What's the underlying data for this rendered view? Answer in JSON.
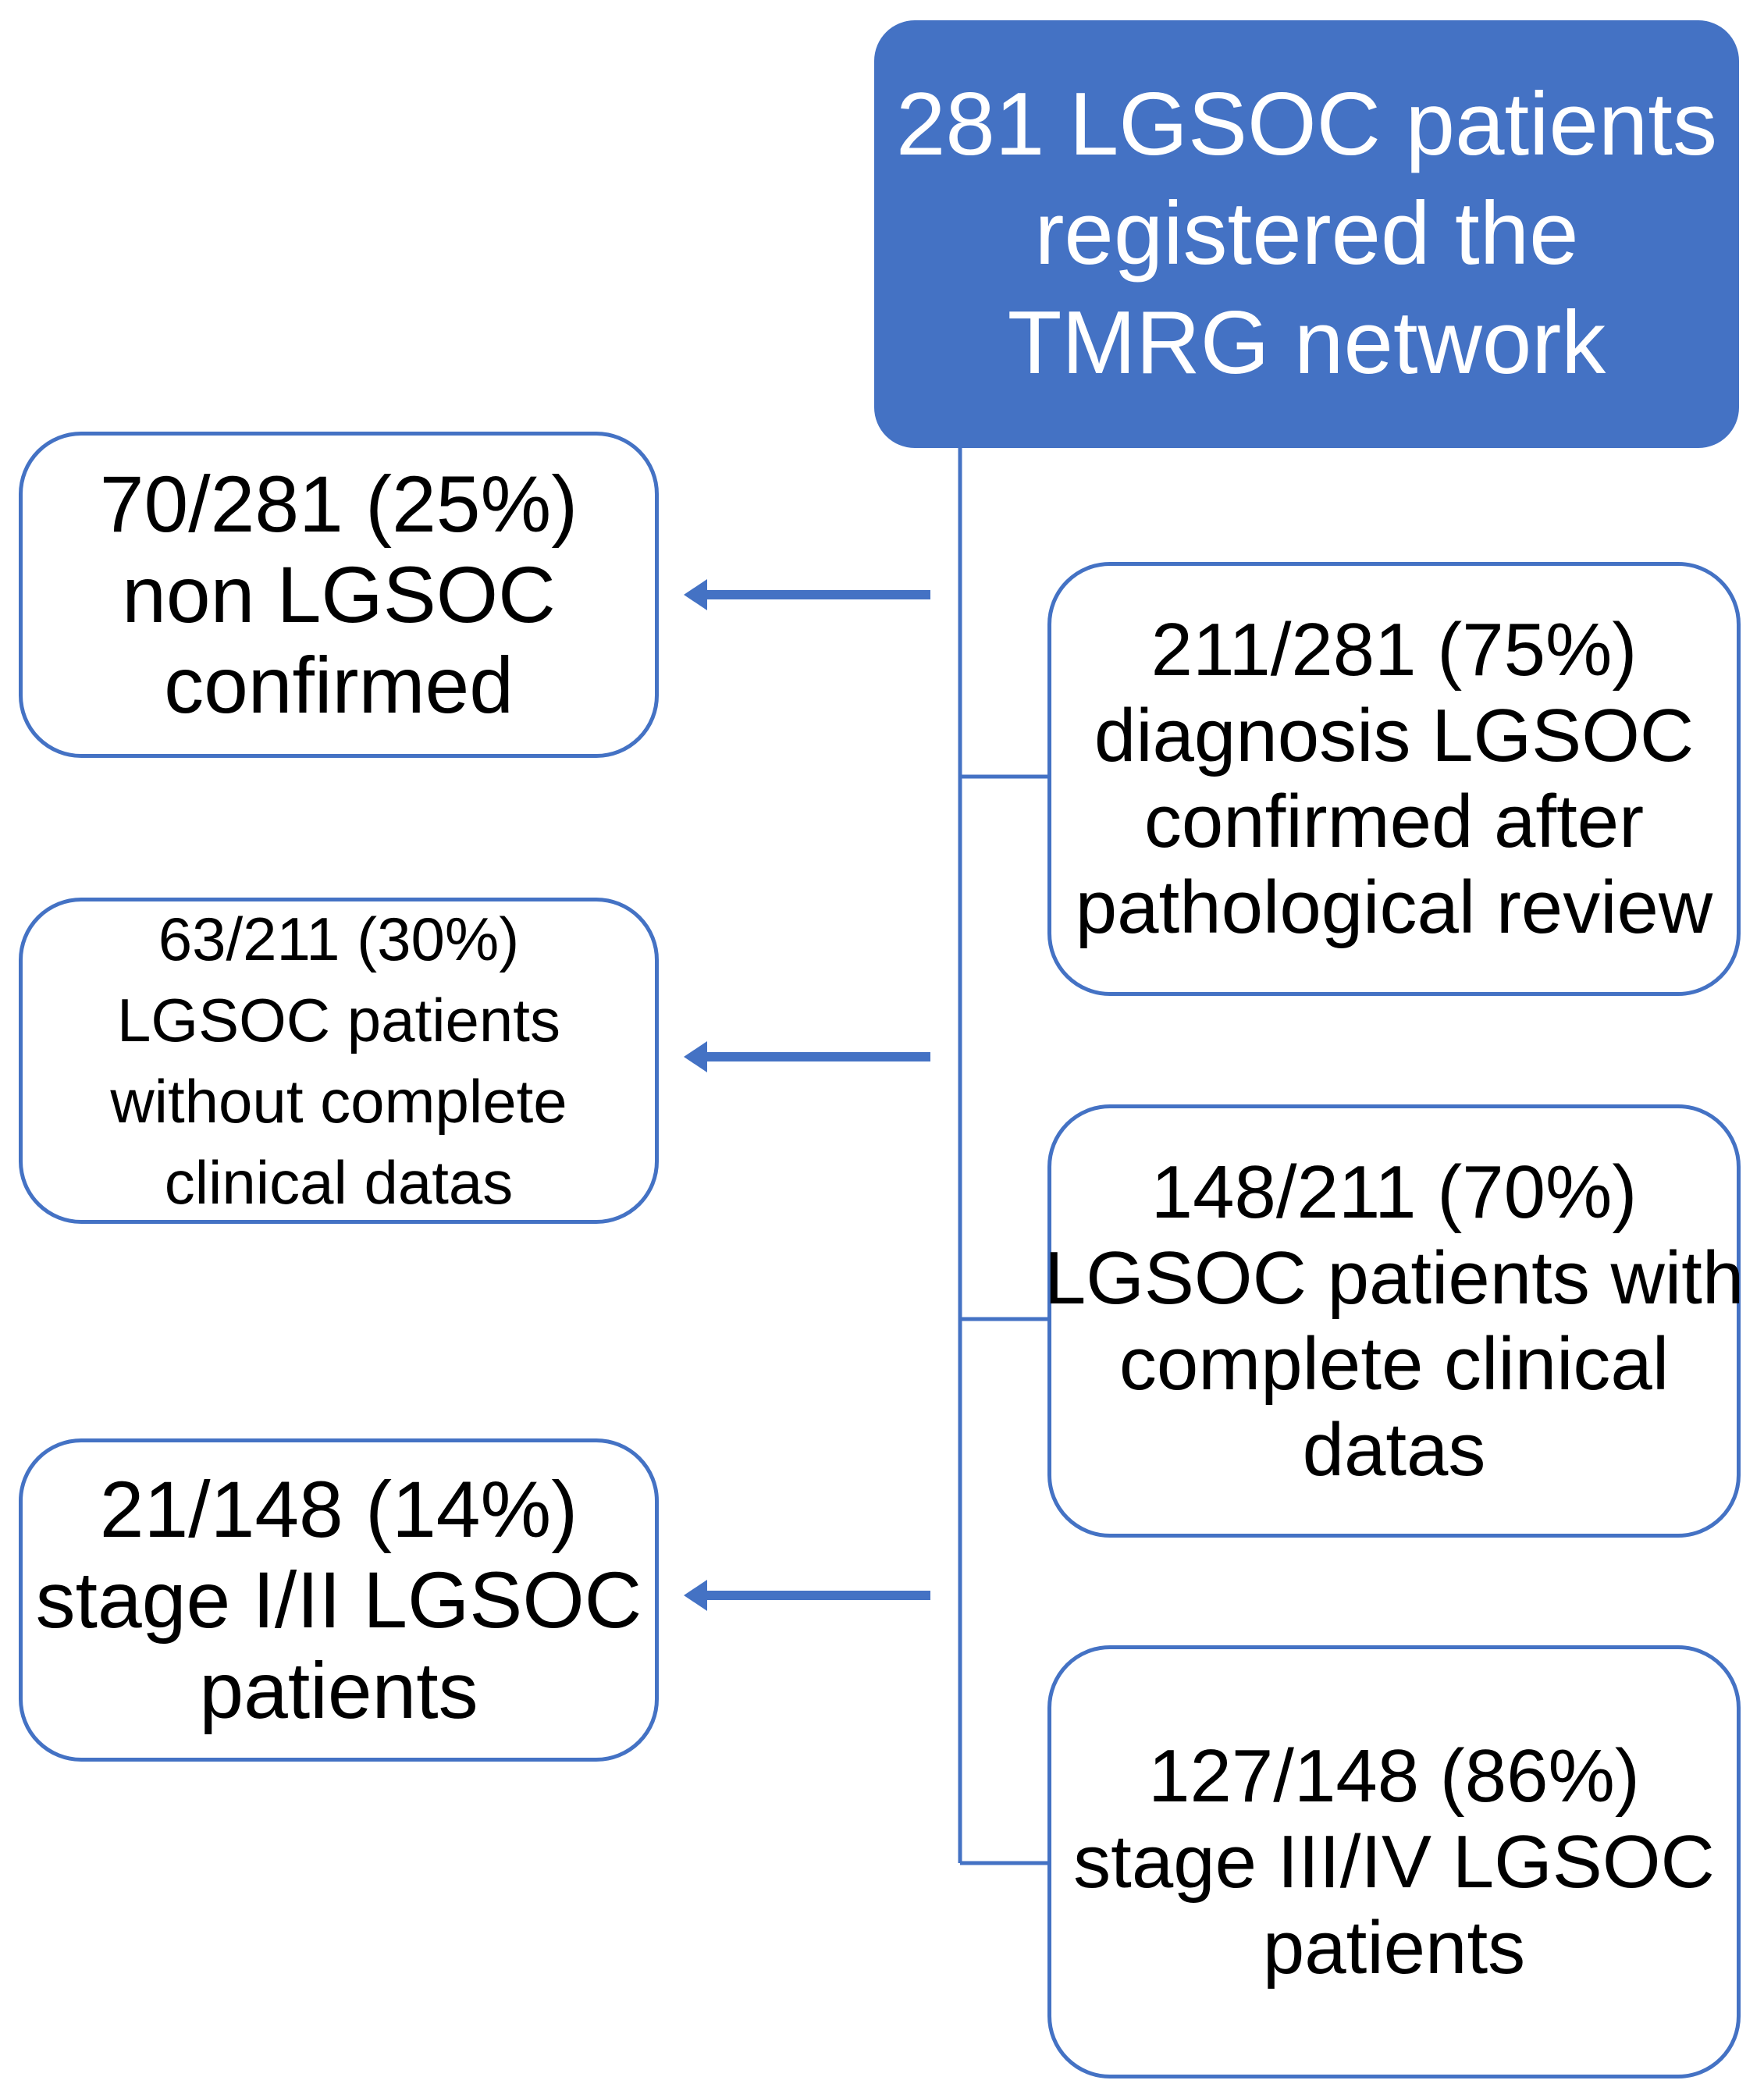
{
  "top": {
    "lines": [
      "281 LGSOC patients",
      "registered the",
      "TMRG network"
    ]
  },
  "right_boxes": [
    {
      "lines": [
        "211/281 (75%)",
        "diagnosis LGSOC",
        "confirmed after",
        "pathological review"
      ]
    },
    {
      "lines": [
        "148/211 (70%)",
        "LGSOC patients with",
        "complete clinical",
        "datas"
      ]
    },
    {
      "lines": [
        "127/148 (86%)",
        "stage III/IV LGSOC",
        "patients"
      ]
    }
  ],
  "left_boxes": [
    {
      "lines": [
        "70/281 (25%)",
        "non LGSOC",
        "confirmed"
      ]
    },
    {
      "lines": [
        "63/211 (30%)",
        "LGSOC patients",
        "without complete",
        "clinical datas"
      ]
    },
    {
      "lines": [
        "21/148 (14%)",
        "stage I/II LGSOC",
        "patients"
      ]
    }
  ],
  "colors": {
    "accent": "#4472C4",
    "text": "#000000",
    "top_text": "#ffffff"
  }
}
